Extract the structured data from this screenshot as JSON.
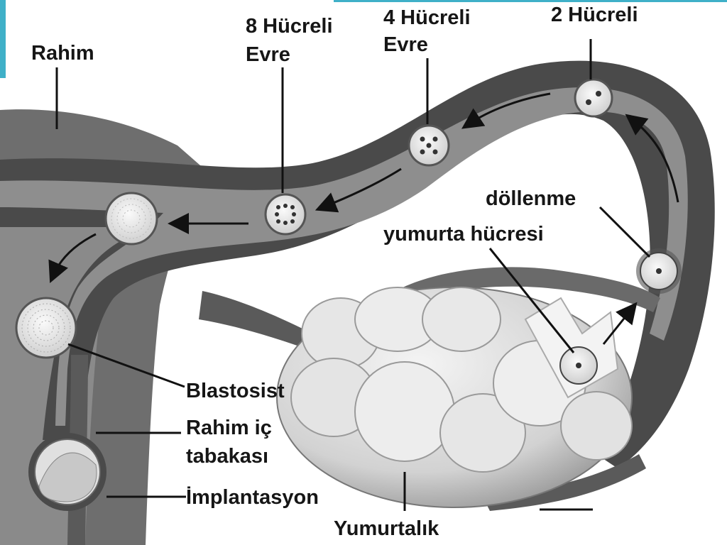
{
  "labels": {
    "uterus": "Rahim",
    "eight_cell_1": "8 Hücreli",
    "eight_cell_2": "Evre",
    "four_cell_1": "4 Hücreli",
    "four_cell_2": "Evre",
    "two_cell": "2 Hücreli",
    "fertilization": "döllenme",
    "egg_cell": "yumurta hücresi",
    "blastocyst": "Blastosist",
    "endometrium_1": "Rahim iç",
    "endometrium_2": "tabakası",
    "implantation": "İmplantasyon",
    "ovary": "Yumurtalık"
  },
  "colors": {
    "tube_wall": "#474747",
    "tube_lumen": "#8c8c8c",
    "ovary_fill": "#dcdcdc",
    "accent": "#3fb0c8"
  }
}
